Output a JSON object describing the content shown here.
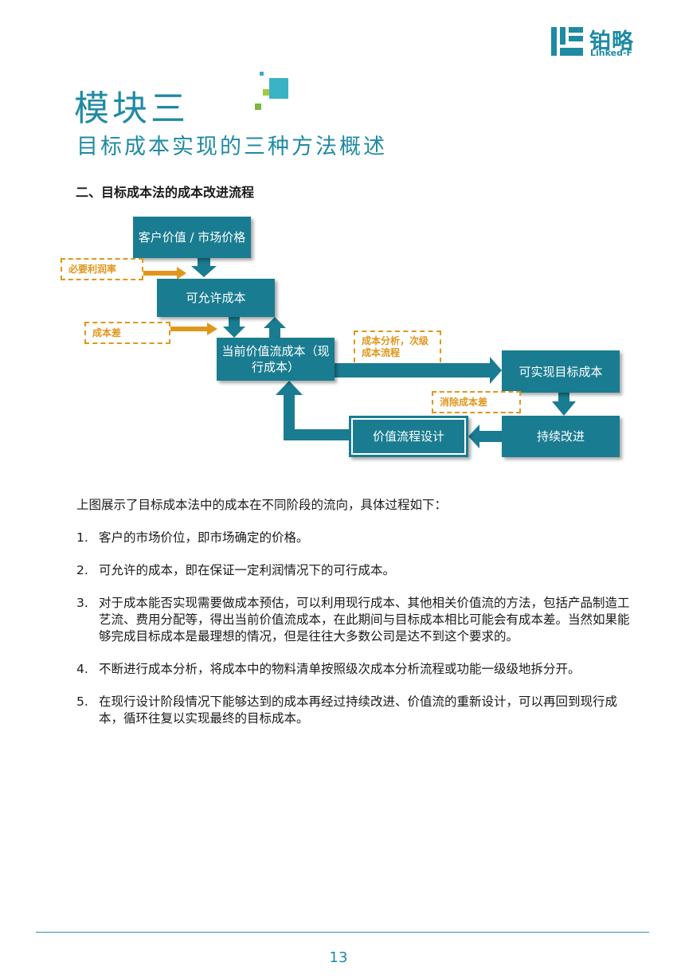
{
  "logo": {
    "brand_cn": "铂略",
    "brand_en": "Linked-F"
  },
  "header": {
    "module_title": "模块三",
    "subtitle": "目标成本实现的三种方法概述"
  },
  "section": {
    "heading": "二、目标成本法的成本改进流程"
  },
  "diagram": {
    "boxes": {
      "customer_value": "客户价值 / 市场价格",
      "allowable_cost": "可允许成本",
      "current_value_stream_cost": "当前价值流成本（现行成本）",
      "achievable_target_cost": "可实现目标成本",
      "continuous_improvement": "持续改进",
      "value_stream_design": "价值流程设计"
    },
    "labels": {
      "required_margin": "必要利润率",
      "cost_gap": "成本差",
      "cost_analysis": "成本分析，次级成本流程",
      "eliminate_cost_gap": "消除成本差"
    },
    "colors": {
      "box": "#1a7c91",
      "arrow": "#1a7c91",
      "dashed_label": "#e0961c"
    }
  },
  "body": {
    "intro": "上图展示了目标成本法中的成本在不同阶段的流向，具体过程如下：",
    "items": [
      {
        "num": "1.",
        "text": "客户的市场价位，即市场确定的价格。"
      },
      {
        "num": "2.",
        "text": "可允许的成本，即在保证一定利润情况下的可行成本。"
      },
      {
        "num": "3.",
        "text": "对于成本能否实现需要做成本预估，可以利用现行成本、其他相关价值流的方法，包括产品制造工艺流、费用分配等，得出当前价值流成本，在此期间与目标成本相比可能会有成本差。当然如果能够完成目标成本是最理想的情况，但是往往大多数公司是达不到这个要求的。"
      },
      {
        "num": "4.",
        "text": "不断进行成本分析，将成本中的物料清单按照级次成本分析流程或功能一级级地拆分开。"
      },
      {
        "num": "5.",
        "text": "在现行设计阶段情况下能够达到的成本再经过持续改进、价值流的重新设计，可以再回到现行成本，循环往复以实现最终的目标成本。"
      }
    ]
  },
  "footer": {
    "page_number": "13"
  }
}
